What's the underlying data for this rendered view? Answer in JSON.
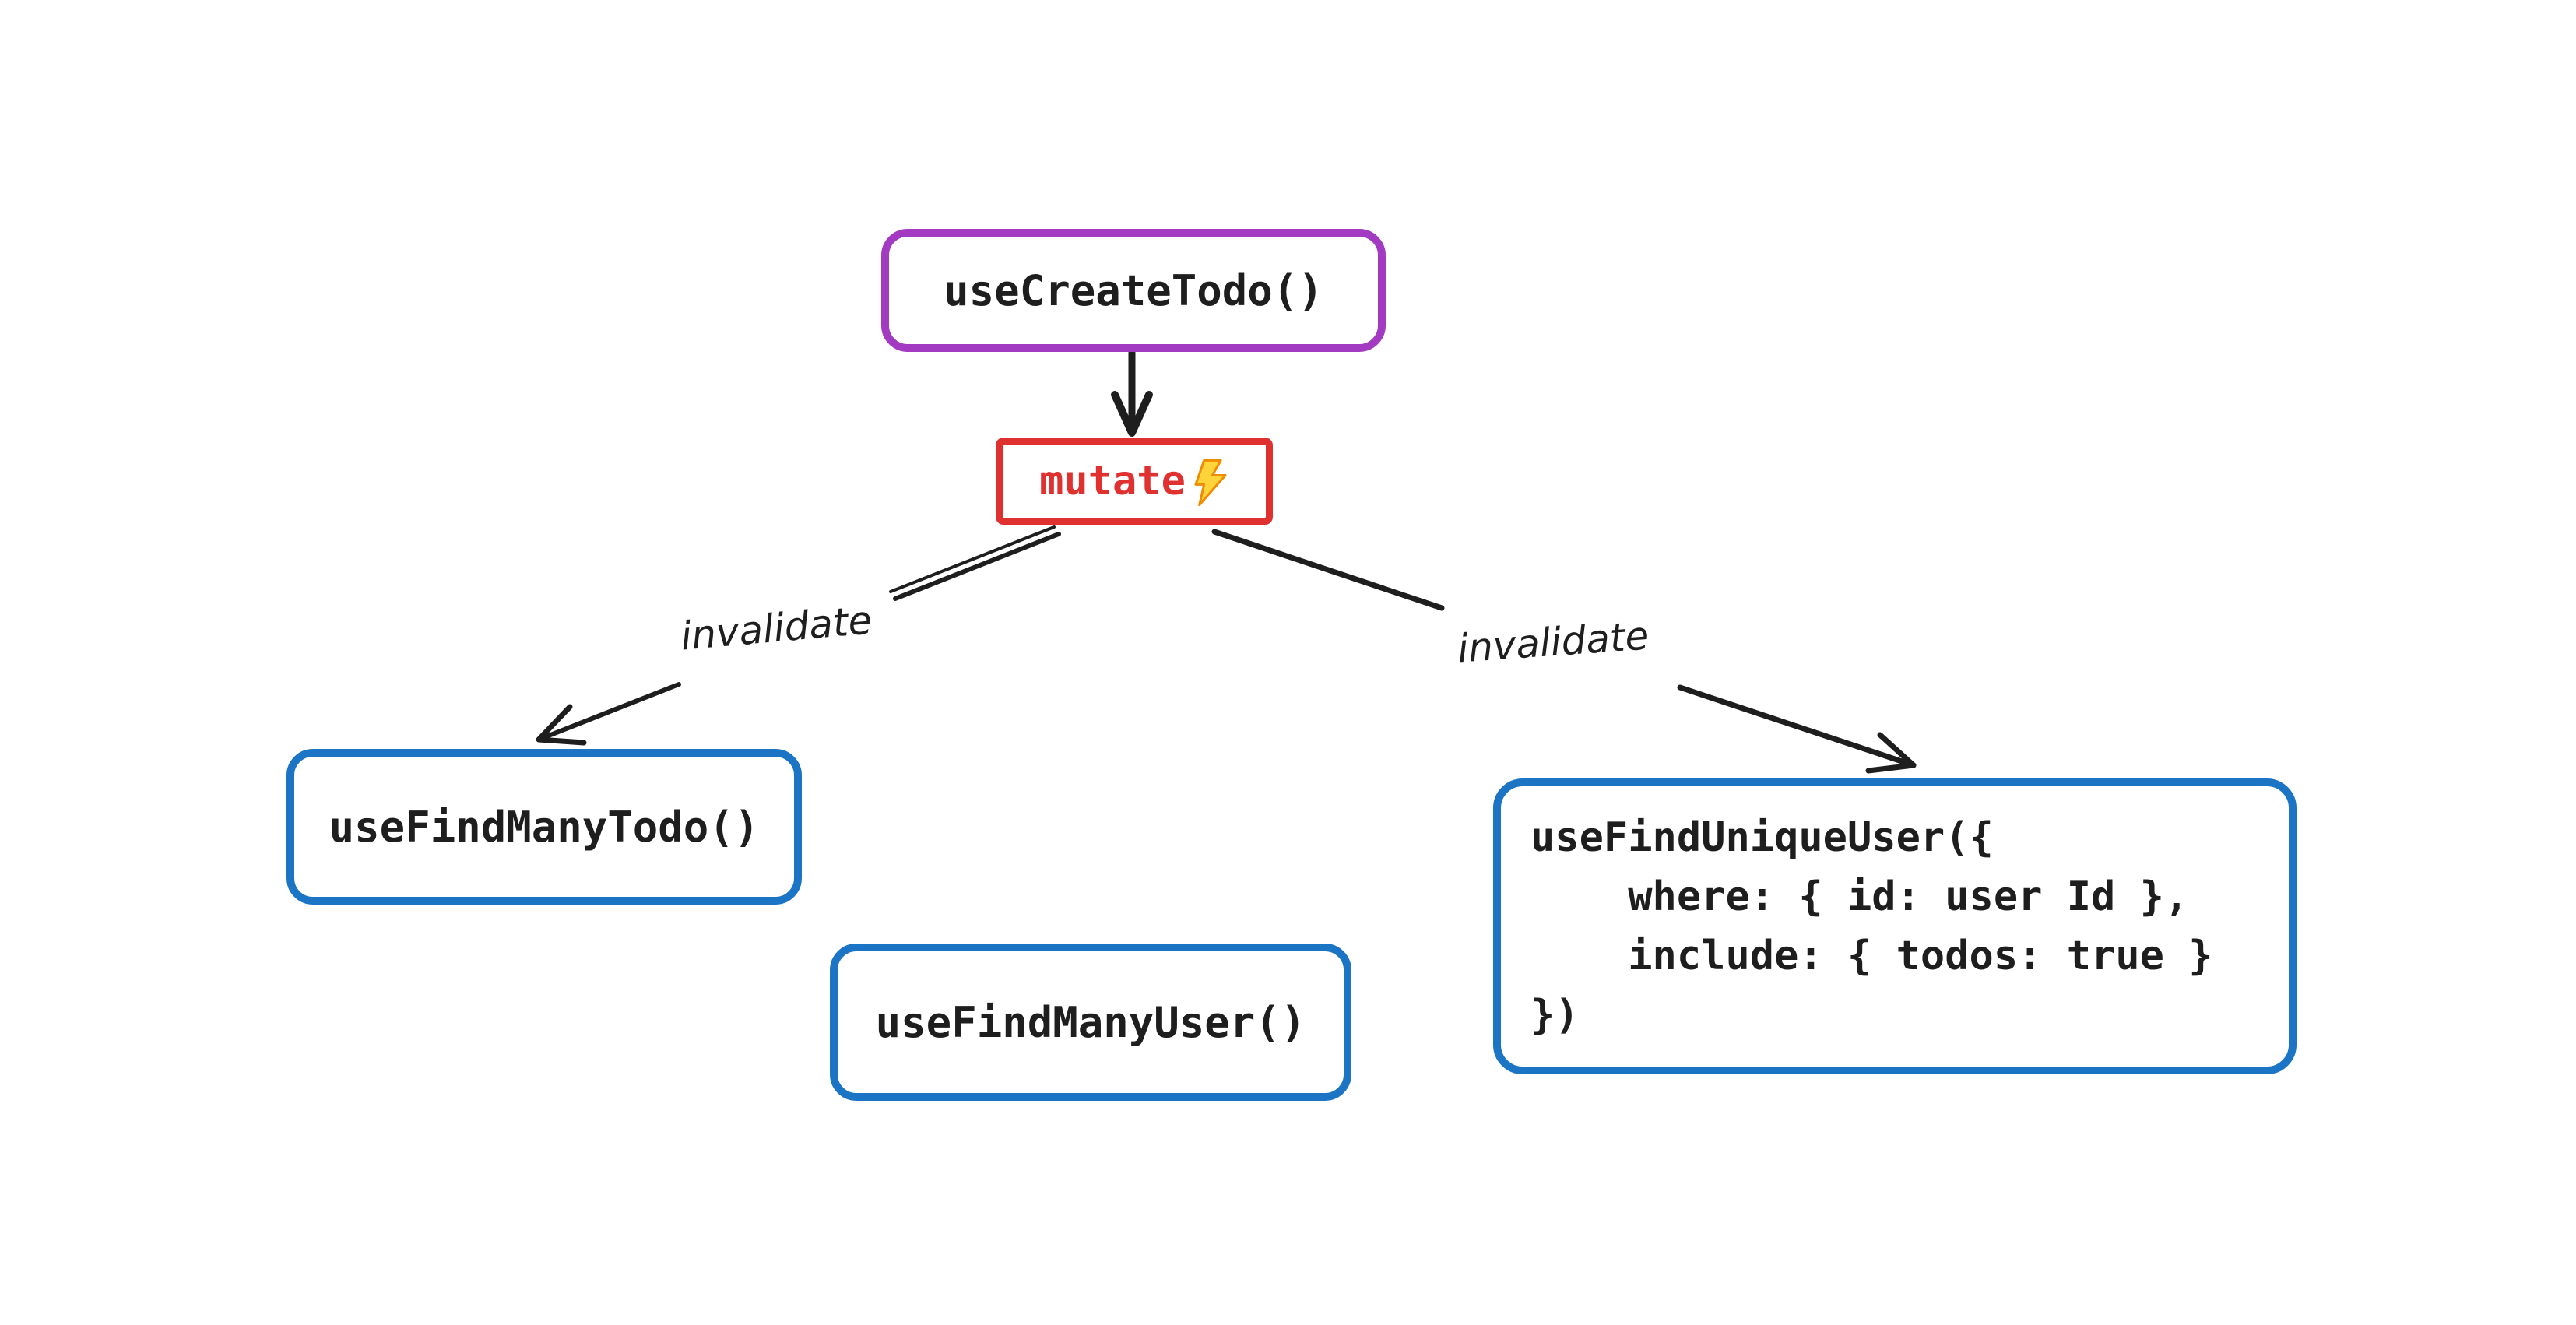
{
  "colors": {
    "canvas-bg": "#ffffff",
    "ink": "#1e1e1e",
    "purple": "#a33bc2",
    "red": "#e03131",
    "blue": "#1c74c5",
    "bolt-fill": "#ffd43b",
    "bolt-stroke": "#f08c00"
  },
  "nodes": {
    "create": {
      "label": "useCreateTodo()",
      "border_color": "#a33bc2"
    },
    "mutate": {
      "label": "mutate",
      "icon": "lightning-bolt",
      "border_color": "#e03131",
      "text_color": "#e03131"
    },
    "find_many_todo": {
      "label": "useFindManyTodo()",
      "border_color": "#1c74c5"
    },
    "find_many_user": {
      "label": "useFindManyUser()",
      "border_color": "#1c74c5"
    },
    "find_unique_user": {
      "code": "useFindUniqueUser({\n    where: { id: user Id },\n    include: { todos: true }\n})",
      "border_color": "#1c74c5"
    }
  },
  "edges": {
    "down": {
      "from": "useCreateTodo()",
      "to": "mutate",
      "label": ""
    },
    "left": {
      "from": "mutate",
      "to": "useFindManyTodo()",
      "label": "invalidate"
    },
    "right": {
      "from": "mutate",
      "to": "useFindUniqueUser",
      "label": "invalidate"
    }
  }
}
